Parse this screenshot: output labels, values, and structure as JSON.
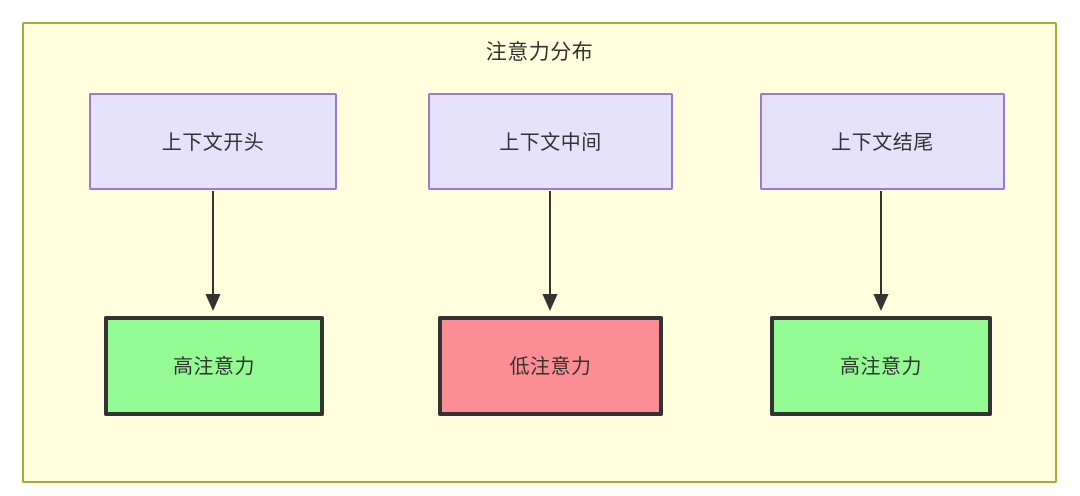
{
  "diagram": {
    "type": "flowchart",
    "title": "注意力分布",
    "container": {
      "name": "attention-distribution-subgraph",
      "fill_color": "#ffffde",
      "border_color": "#aaaa33"
    },
    "nodes": [
      {
        "id": "ctx-start",
        "label": "上下文开头",
        "row": "context",
        "fill_color": "#e6e2fb",
        "border_color": "#9a78d8"
      },
      {
        "id": "ctx-middle",
        "label": "上下文中间",
        "row": "context",
        "fill_color": "#e6e2fb",
        "border_color": "#9a78d8"
      },
      {
        "id": "ctx-end",
        "label": "上下文结尾",
        "row": "context",
        "fill_color": "#e6e2fb",
        "border_color": "#9a78d8"
      },
      {
        "id": "attn-start",
        "label": "高注意力",
        "row": "attention",
        "level": "high",
        "fill_color": "#94fa94",
        "border_color": "#333333"
      },
      {
        "id": "attn-middle",
        "label": "低注意力",
        "row": "attention",
        "level": "low",
        "fill_color": "#fc8d94",
        "border_color": "#333333"
      },
      {
        "id": "attn-end",
        "label": "高注意力",
        "row": "attention",
        "level": "high",
        "fill_color": "#94fa94",
        "border_color": "#333333"
      }
    ],
    "edges": [
      {
        "from": "ctx-start",
        "to": "attn-start",
        "label": "",
        "arrow": "filled-triangle"
      },
      {
        "from": "ctx-middle",
        "to": "attn-middle",
        "label": "",
        "arrow": "filled-triangle"
      },
      {
        "from": "ctx-end",
        "to": "attn-end",
        "label": "",
        "arrow": "filled-triangle"
      }
    ],
    "edge_color": "#333333"
  }
}
